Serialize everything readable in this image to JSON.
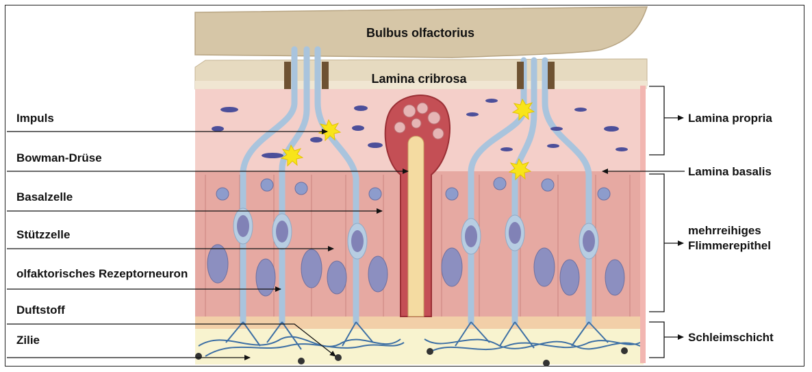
{
  "labels": {
    "bulbus": "Bulbus olfactorius",
    "lamina_cribrosa": "Lamina cribrosa",
    "impuls": "Impuls",
    "bowman": "Bowman-Drüse",
    "basalzelle": "Basalzelle",
    "stuetzzelle": "Stützzelle",
    "rezeptorneuron": "olfaktorisches Rezeptorneuron",
    "duftstoff": "Duftstoff",
    "zilie": "Zilie",
    "lamina_propria": "Lamina propria",
    "lamina_basalis": "Lamina basalis",
    "epithel_line1": "mehrreihiges",
    "epithel_line2": "Flimmerepithel",
    "schleimschicht": "Schleimschicht"
  },
  "colors": {
    "bone": "#d9cbb0",
    "lamina_propria": "#f2c7c4",
    "epithel": "#e3a29c",
    "neuron": "#a9c4dd",
    "nucleus": "#8d8fbf",
    "gland": "#c9555a",
    "gland_inner": "#f3d9a0",
    "mucus": "#f7f2c8",
    "cilia": "#3d6fa4",
    "impulse": "#f8e41a"
  }
}
